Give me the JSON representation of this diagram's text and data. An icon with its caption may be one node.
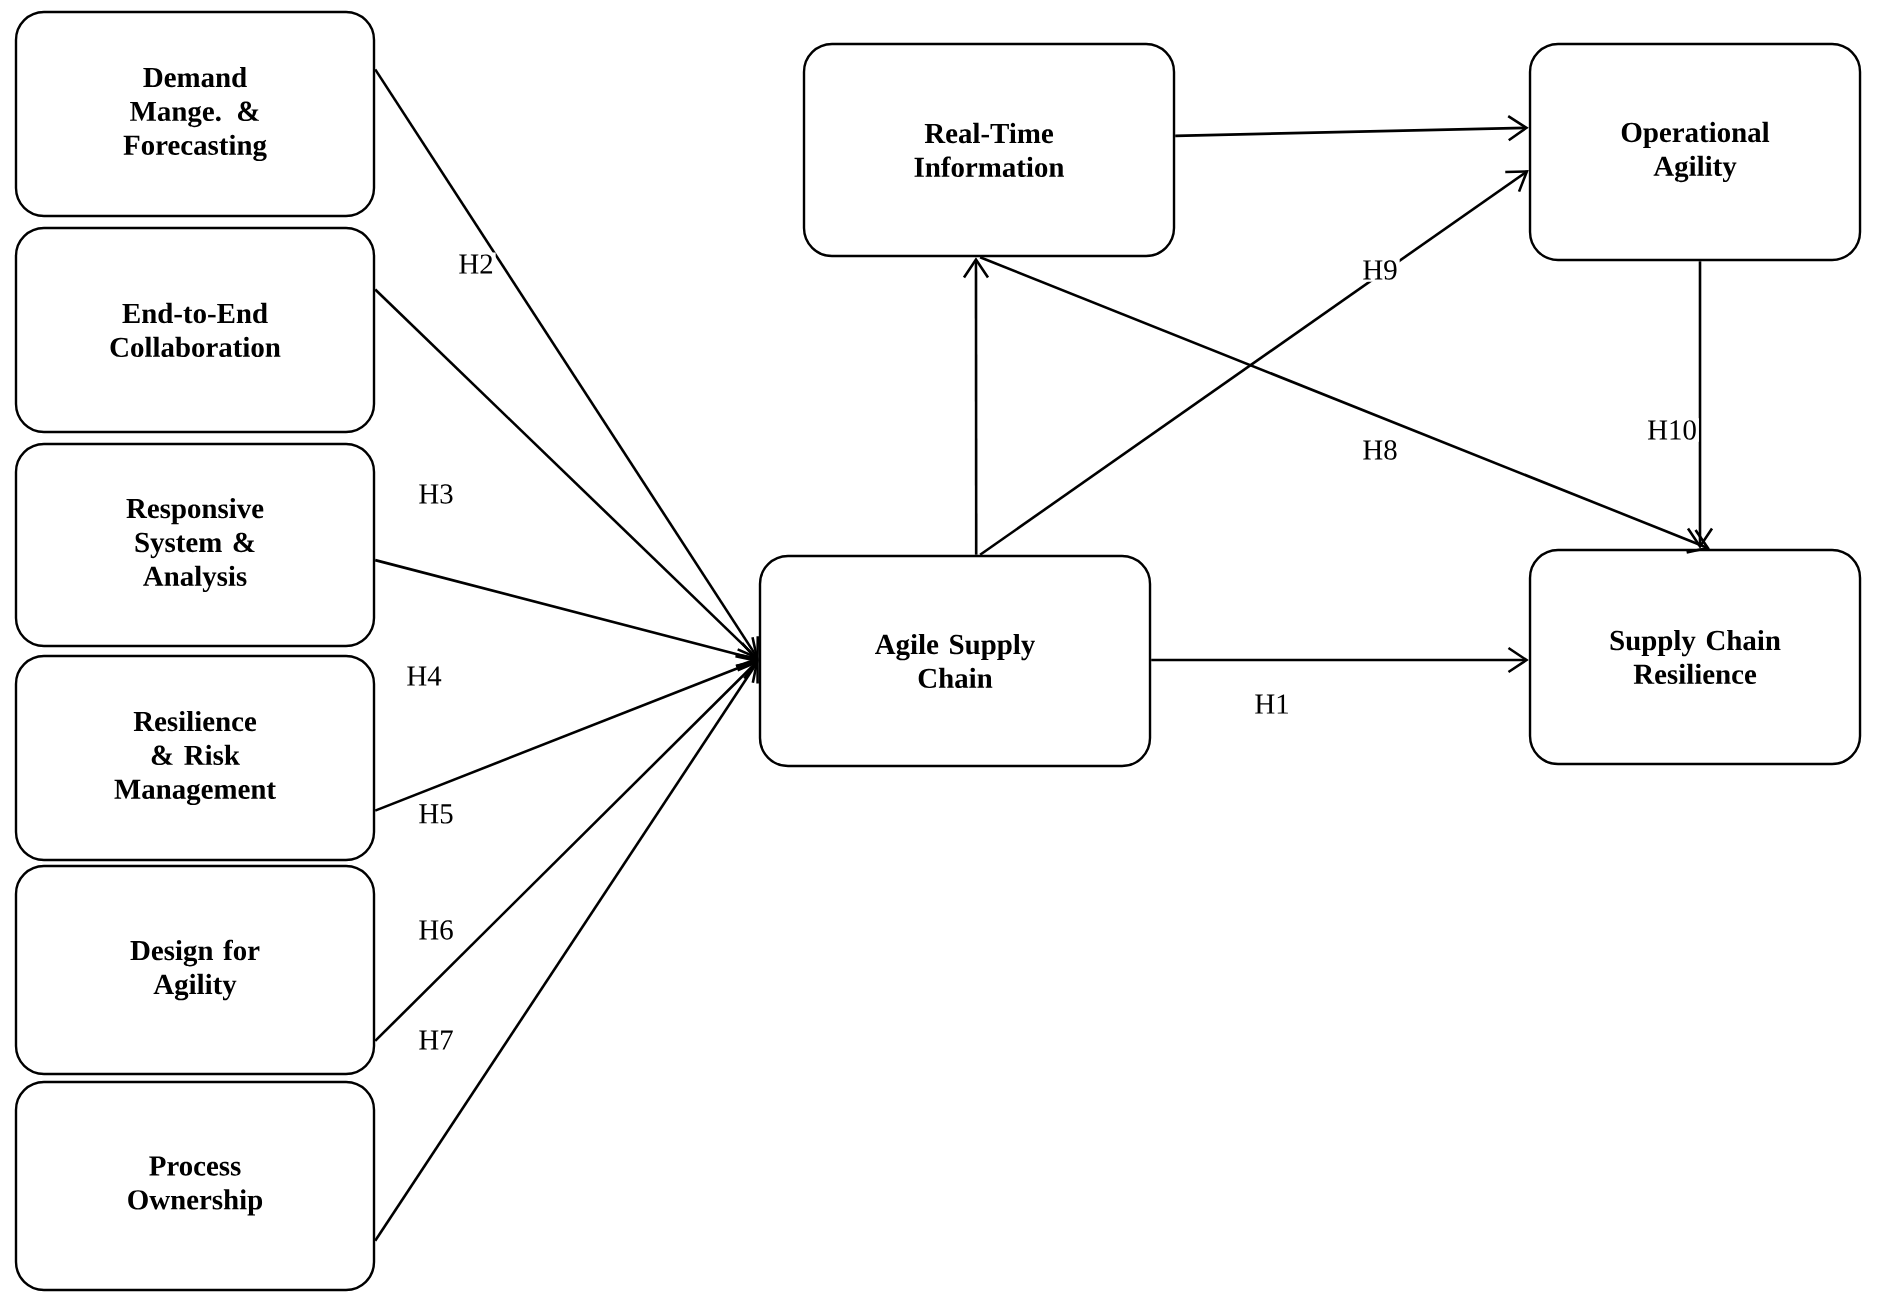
{
  "diagram": {
    "nodes": [
      {
        "text": [
          "Demand Mange. & Forecasting"
        ]
      },
      {
        "text": [
          "End-to-End Collaboration"
        ]
      },
      {
        "text": [
          "Responsive System & Analysis"
        ]
      },
      {
        "text": [
          "Resilience & Risk Management"
        ]
      },
      {
        "text": [
          "Design for Agility"
        ]
      },
      {
        "text": [
          "Process Ownership"
        ]
      },
      {
        "text": [
          "Real-Time Information"
        ]
      },
      {
        "text": [
          "Operational Agility"
        ]
      },
      {
        "text": [
          "Agile Supply Chain"
        ]
      },
      {
        "text": [
          "Supply Chain Resilience"
        ]
      }
    ],
    "edges": [
      {
        "from": 0,
        "to": 8,
        "arrow": "to",
        "label": "H2"
      },
      {
        "from": 1,
        "to": 8,
        "arrow": "to",
        "label": "H3"
      },
      {
        "from": 2,
        "to": 8,
        "arrow": "to",
        "label": "H4"
      },
      {
        "from": 3,
        "to": 8,
        "arrow": "to",
        "label": "H5"
      },
      {
        "from": 4,
        "to": 8,
        "arrow": "to",
        "label": "H6"
      },
      {
        "from": 5,
        "to": 8,
        "arrow": "to",
        "label": "H7"
      },
      {
        "from": 8,
        "to": 9,
        "arrow": "to",
        "label": "H1"
      },
      {
        "from": 8,
        "to": 6,
        "arrow": "to"
      },
      {
        "from": 8,
        "to": 7,
        "arrow": "to",
        "label": "H9"
      },
      {
        "from": 6,
        "to": 7,
        "arrow": "to"
      },
      {
        "from": 6,
        "to": 9,
        "arrow": "to",
        "label": "H8"
      },
      {
        "from": 7,
        "to": 9,
        "arrow": "to",
        "label": "H10"
      }
    ]
  }
}
